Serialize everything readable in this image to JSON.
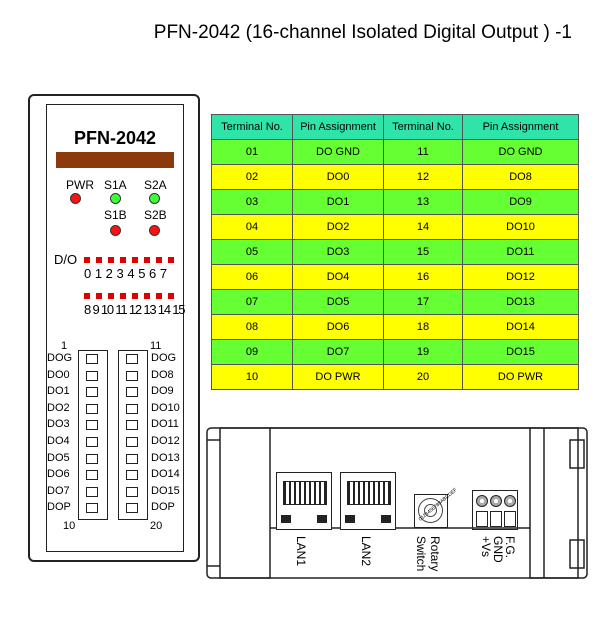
{
  "title": "PFN-2042 (16-channel Isolated Digital Output ) -1",
  "module": {
    "model": "PFN-2042",
    "led_labels": {
      "pwr": "PWR",
      "s1a": "S1A",
      "s2a": "S2A",
      "s1b": "S1B",
      "s2b": "S2B"
    },
    "do_label": "D/O",
    "digits_row1": "0 1 2 3 4 5 6 7",
    "digits_row2": "8 9 10 11 12 13 14 15",
    "term_top_left": "1",
    "term_top_right": "11",
    "term_bottom_left": "10",
    "term_bottom_right": "20",
    "left_terms": [
      "DOG",
      "DO0",
      "DO1",
      "DO2",
      "DO3",
      "DO4",
      "DO5",
      "DO6",
      "DO7",
      "DOP"
    ],
    "right_terms": [
      "DOG",
      "DO8",
      "DO9",
      "DO10",
      "DO11",
      "DO12",
      "DO13",
      "DO14",
      "DO15",
      "DOP"
    ],
    "colors": {
      "name_bar": "#8b3a0e",
      "led_red": "#ff1010",
      "led_green": "#3cff3c"
    }
  },
  "table": {
    "headers": [
      "Terminal No.",
      "Pin Assignment",
      "Terminal No.",
      "Pin Assignment"
    ],
    "rows": [
      [
        "01",
        "DO GND",
        "11",
        "DO GND"
      ],
      [
        "02",
        "DO0",
        "12",
        "DO8"
      ],
      [
        "03",
        "DO1",
        "13",
        "DO9"
      ],
      [
        "04",
        "DO2",
        "14",
        "DO10"
      ],
      [
        "05",
        "DO3",
        "15",
        "DO11"
      ],
      [
        "06",
        "DO4",
        "16",
        "DO12"
      ],
      [
        "07",
        "DO5",
        "17",
        "DO13"
      ],
      [
        "08",
        "DO6",
        "18",
        "DO14"
      ],
      [
        "09",
        "DO7",
        "19",
        "DO15"
      ],
      [
        "10",
        "DO PWR",
        "20",
        "DO PWR"
      ]
    ],
    "colors": {
      "header": "#2ee4a8",
      "green": "#66ff33",
      "yellow": "#ffff00"
    }
  },
  "bottom_view": {
    "labels": {
      "lan1": "LAN1",
      "lan2": "LAN2",
      "rotary": "Rotary Switch",
      "fg": "F.G.",
      "gnd": "GND",
      "vs": "+Vs"
    },
    "rotary_digits": "0123456789ABCDEF"
  }
}
